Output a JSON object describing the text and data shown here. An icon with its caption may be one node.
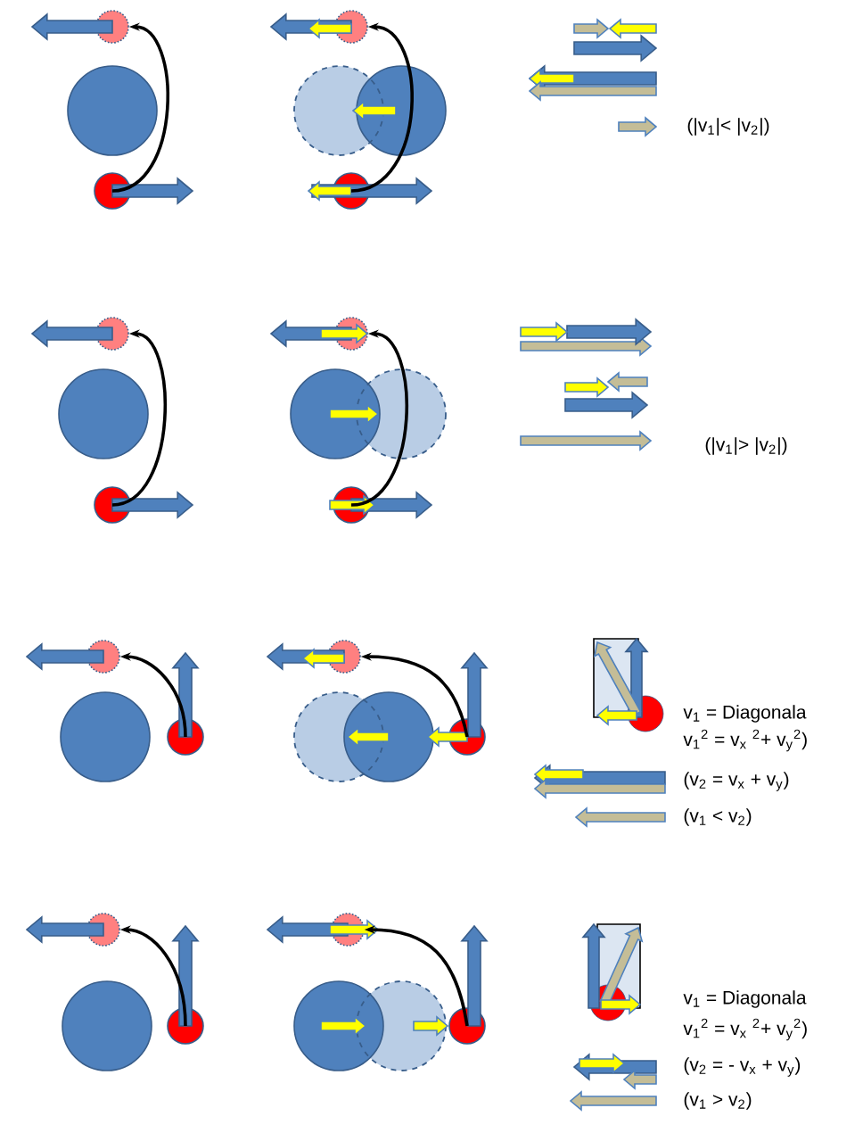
{
  "diagram": {
    "nodes": [
      {
        "text": [],
        "shape": "circle"
      },
      {
        "text": [],
        "shape": "circle"
      },
      {
        "text": [],
        "shape": "circle"
      },
      {
        "text": [],
        "shape": "circle"
      },
      {
        "text": [],
        "shape": "circle"
      },
      {
        "text": [],
        "shape": "circle"
      },
      {
        "text": [],
        "shape": "circle"
      },
      {
        "text": [],
        "shape": "circle"
      },
      {
        "text": [],
        "shape": "circle"
      },
      {
        "text": [],
        "shape": "circle"
      },
      {
        "text": [],
        "shape": "circle"
      },
      {
        "text": [],
        "shape": "circle"
      },
      {
        "text": [],
        "shape": "circle"
      },
      {
        "text": [],
        "shape": "circle"
      },
      {
        "text": [],
        "shape": "circle"
      },
      {
        "text": [],
        "shape": "circle"
      }
    ],
    "edges": [
      {
        "from": 1,
        "to": 0,
        "arrow": "to"
      },
      {
        "from": 3,
        "to": 2,
        "arrow": "to"
      },
      {
        "from": 5,
        "to": 4,
        "arrow": "to"
      },
      {
        "from": 7,
        "to": 6,
        "arrow": "to"
      },
      {
        "from": 9,
        "to": 8,
        "arrow": "to"
      },
      {
        "from": 11,
        "to": 10,
        "arrow": "to"
      },
      {
        "from": 13,
        "to": 12,
        "arrow": "to"
      },
      {
        "from": 15,
        "to": 14,
        "arrow": "to"
      }
    ],
    "labels": [
      "(|v$_{1}$|< |v$_{2}$|)",
      "(|v$_{1}$|> |v$_{2}$|)",
      "v$_{1}$ = Diagonala",
      "v$_{1}$$^{2}$ = v$_{x}$ $^{2}$+ v$_{y}$$^{2}$)",
      "(v$_{2}$ = v$_{x}$ + v$_{y}$)",
      "(v$_{1}$ < v$_{2}$)",
      "v$_{1}$ = Diagonala",
      "v$_{1}$$^{2}$ = v$_{x}$ $^{2}$+ v$_{y}$$^{2}$)",
      "(v$_{2}$ = - v$_{x}$ + v$_{y}$)",
      "(v$_{1}$ > v$_{2}$)"
    ]
  }
}
